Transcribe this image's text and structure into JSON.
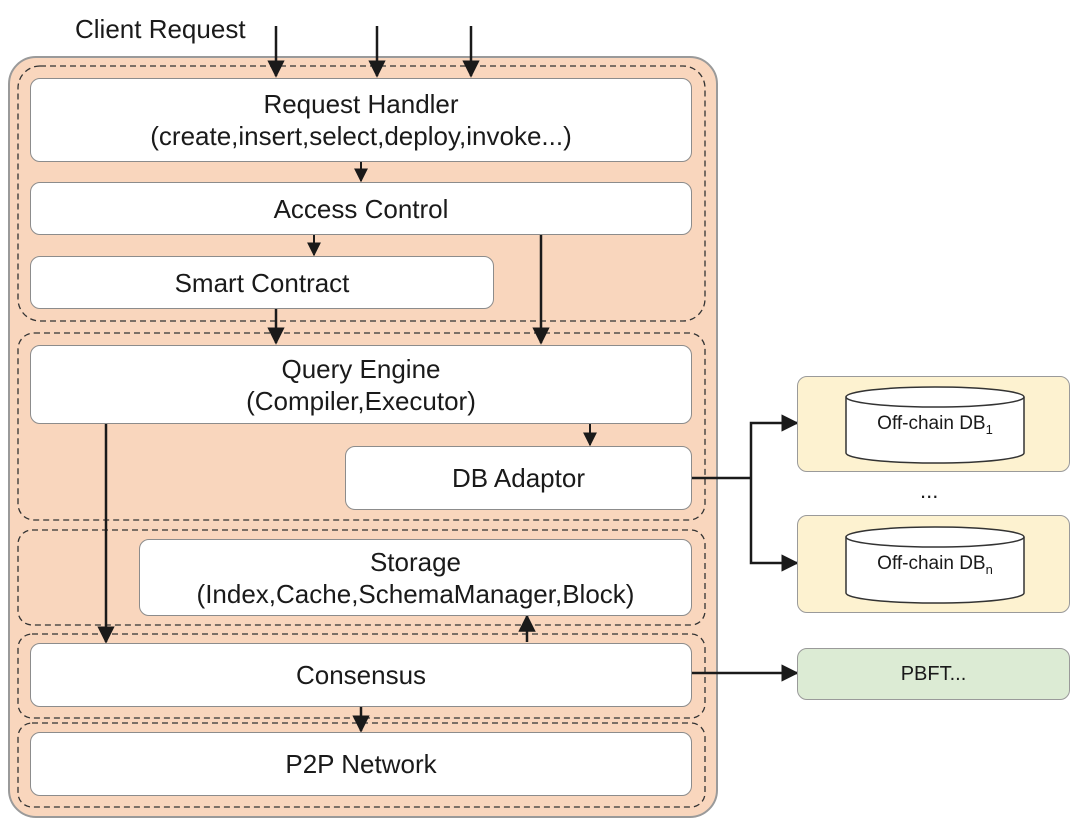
{
  "client_request_label": "Client Request",
  "blocks": {
    "request_handler": {
      "title": "Request Handler",
      "subtitle": "(create,insert,select,deploy,invoke...)"
    },
    "access_control": {
      "title": "Access Control"
    },
    "smart_contract": {
      "title": "Smart Contract"
    },
    "query_engine": {
      "title": "Query Engine",
      "subtitle": "(Compiler,Executor)"
    },
    "db_adaptor": {
      "title": "DB Adaptor"
    },
    "storage": {
      "title": "Storage",
      "subtitle": "(Index,Cache,SchemaManager,Block)"
    },
    "consensus": {
      "title": "Consensus"
    },
    "p2p_network": {
      "title": "P2P Network"
    }
  },
  "offchain": {
    "db1": {
      "label": "Off-chain DB",
      "sub": "1"
    },
    "ellipsis": "...",
    "dbn": {
      "label": "Off-chain DB",
      "sub": "n"
    }
  },
  "pbft_label": "PBFT...",
  "colors": {
    "outer_fill": "#f9d6bd",
    "offchain_fill": "#fdf2d0",
    "pbft_fill": "#dcebd4"
  }
}
